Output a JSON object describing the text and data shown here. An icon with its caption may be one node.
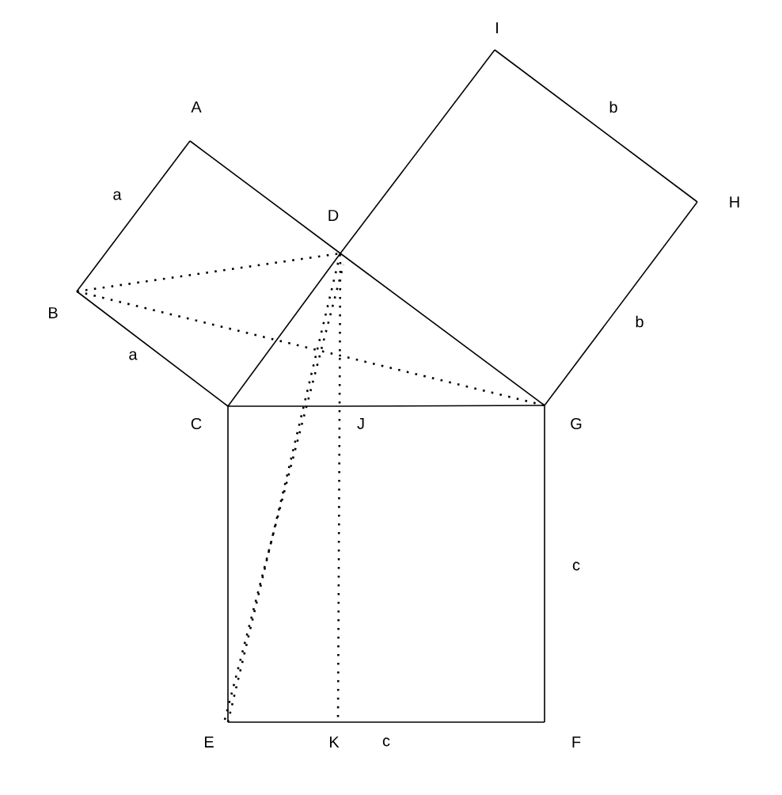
{
  "diagram": {
    "nodes": [
      {
        "text": [
          "I"
        ]
      },
      {
        "text": [
          "A"
        ]
      },
      {
        "text": [
          "H"
        ]
      },
      {
        "text": [
          "D"
        ]
      },
      {
        "text": [
          "B"
        ]
      },
      {
        "text": [
          "C"
        ]
      },
      {
        "text": [
          "J"
        ]
      },
      {
        "text": [
          "G"
        ]
      },
      {
        "text": [
          "E"
        ]
      },
      {
        "text": [
          "K"
        ]
      },
      {
        "text": [
          "F"
        ]
      }
    ],
    "edges": [
      {
        "from": 1,
        "to": 4,
        "arrow": "none",
        "label": "a"
      },
      {
        "from": 4,
        "to": 5,
        "arrow": "none",
        "label": "a"
      },
      {
        "from": 1,
        "to": 3,
        "arrow": "none"
      },
      {
        "from": 3,
        "to": 7,
        "arrow": "none"
      },
      {
        "from": 5,
        "to": 3,
        "arrow": "none"
      },
      {
        "from": 3,
        "to": 0,
        "arrow": "none"
      },
      {
        "from": 0,
        "to": 2,
        "arrow": "none",
        "label": "b"
      },
      {
        "from": 2,
        "to": 7,
        "arrow": "none",
        "label": "b"
      },
      {
        "from": 5,
        "to": 6,
        "arrow": "none"
      },
      {
        "from": 6,
        "to": 7,
        "arrow": "none"
      },
      {
        "from": 7,
        "to": 10,
        "arrow": "none",
        "label": "c"
      },
      {
        "from": 9,
        "to": 10,
        "arrow": "none",
        "label": "c"
      },
      {
        "from": 8,
        "to": 9,
        "arrow": "none"
      },
      {
        "from": 5,
        "to": 8,
        "arrow": "none"
      },
      {
        "from": 4,
        "to": 3,
        "arrow": "none",
        "style": "dashed"
      },
      {
        "from": 4,
        "to": 7,
        "arrow": "none",
        "style": "dashed"
      },
      {
        "from": 3,
        "to": 9,
        "arrow": "none",
        "style": "dashed"
      },
      {
        "from": 8,
        "to": 3,
        "arrow": "none",
        "style": "dashed"
      },
      {
        "from": 8,
        "to": 3,
        "arrow": "none",
        "style": "dashed"
      }
    ]
  }
}
